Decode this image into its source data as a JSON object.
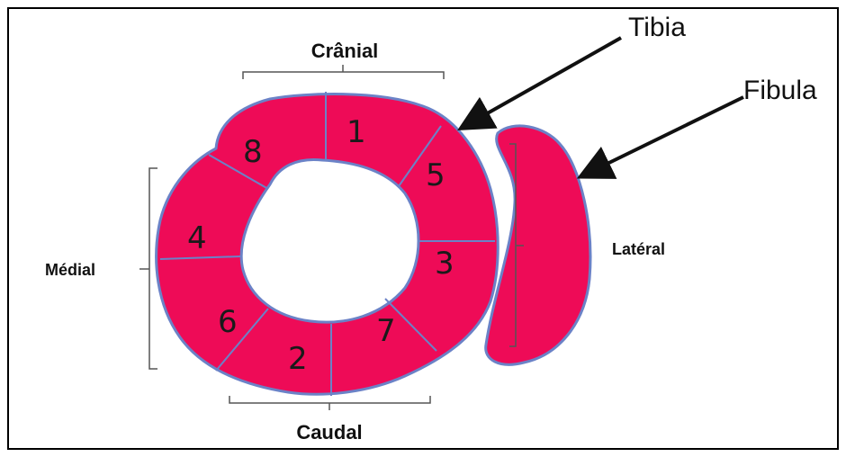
{
  "labels": {
    "cranial": "Crânial",
    "caudal": "Caudal",
    "medial": "Médial",
    "lateral": "Latéral",
    "tibia": "Tibia",
    "fibula": "Fibula"
  },
  "segments": [
    "1",
    "2",
    "3",
    "4",
    "5",
    "6",
    "7",
    "8"
  ],
  "colors": {
    "bone_fill": "#ee0b57",
    "bone_outline": "#6b82c7",
    "bracket": "#555555",
    "arrow": "#111111",
    "frame": "#000000"
  }
}
